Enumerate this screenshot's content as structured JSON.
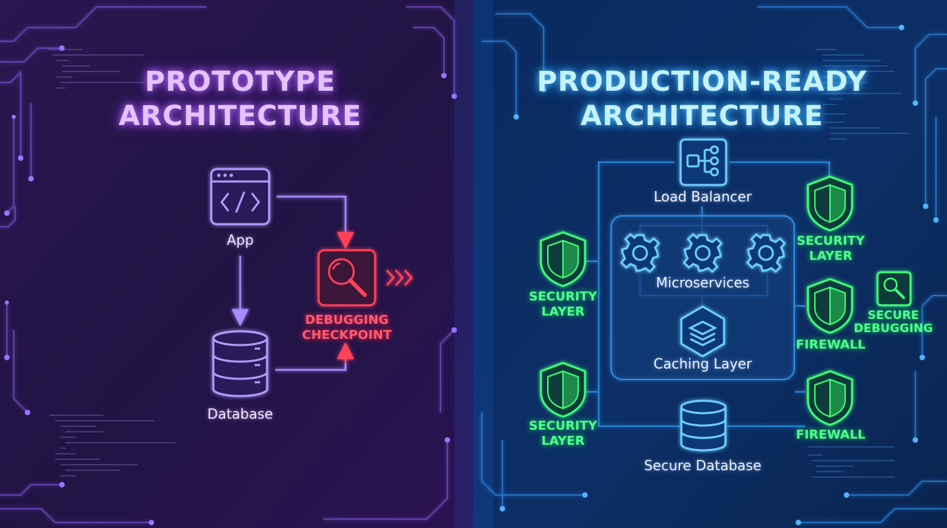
{
  "left_panel": {
    "title_line1": "PROTOTYPE",
    "title_line2": "ARCHITECTURE",
    "nodes": {
      "app": "App",
      "database": "Database",
      "debug_line1": "DEBUGGING",
      "debug_line2": "CHECKPOINT"
    }
  },
  "right_panel": {
    "title_line1": "PRODUCTION-READY",
    "title_line2": "ARCHITECTURE",
    "nodes": {
      "load_balancer": "Load Balancer",
      "microservices": "Microservices",
      "caching_layer": "Caching Layer",
      "secure_database": "Secure Database"
    },
    "guards": {
      "security_left_top_1": "SECURITY",
      "security_left_top_2": "LAYER",
      "security_left_bottom_1": "SECURITY",
      "security_left_bottom_2": "LAYER",
      "security_right_1": "SECURITY",
      "security_right_2": "LAYER",
      "firewall_top": "FIREWALL",
      "firewall_bottom": "FIREWALL",
      "secure_debug_1": "SECURE",
      "secure_debug_2": "DEBUGGING"
    }
  },
  "colors": {
    "left_bg": "#1f1440",
    "right_bg": "#0b2a5c",
    "divider": "#5fd0ff",
    "red_accent": "#ff4258",
    "green_accent": "#3dff7a",
    "blue_accent": "#5cc8ff",
    "purple_accent": "#a98bff"
  }
}
